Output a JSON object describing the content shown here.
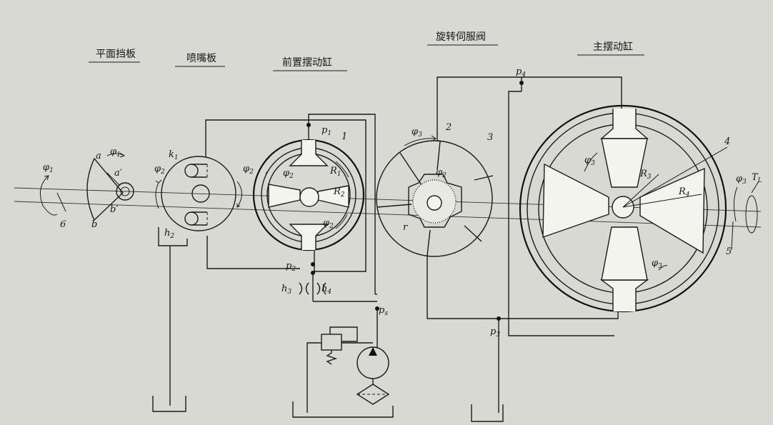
{
  "headers": {
    "flapper": "平面挡板",
    "nozzle_plate": "喷嘴板",
    "pre_cylinder": "前置摆动缸",
    "servo_valve": "旋转伺服阀",
    "main_cylinder": "主摆动缸"
  },
  "labels": {
    "phi": "φ",
    "sub1": "1",
    "sub2": "2",
    "sub3": "3",
    "a": "a",
    "a_prime": "a′",
    "b": "b",
    "b_prime": "b′",
    "k1": "k",
    "k1_sub": "1",
    "h": "h",
    "h2_sub": "2",
    "h3_sub": "3",
    "h4_sub": "4",
    "p": "p",
    "ps_sub": "s",
    "p4_sub": "4",
    "R": "R",
    "R4_sub": "4",
    "r": "r",
    "TL": "T",
    "TL_sub": "L",
    "n1": "1",
    "n2": "2",
    "n3": "3",
    "n4": "4",
    "n5": "5",
    "n6": "6"
  }
}
